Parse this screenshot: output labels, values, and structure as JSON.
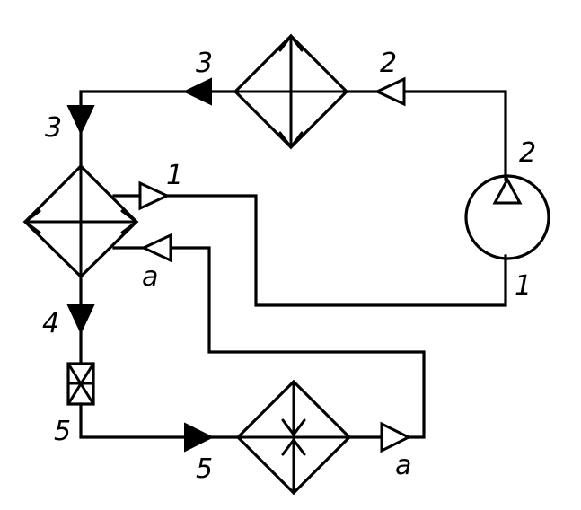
{
  "labels": {
    "top_left_3": "3",
    "top_right_2": "2",
    "left_3": "3",
    "pump_2": "2",
    "pump_1": "1",
    "right_of_left_hx_1": "1",
    "right_of_left_hx_a": "a",
    "left_4": "4",
    "left_5": "5",
    "bottom_5": "5",
    "bottom_a": "a"
  },
  "colors": {
    "line": "#000000",
    "background": "#ffffff"
  }
}
